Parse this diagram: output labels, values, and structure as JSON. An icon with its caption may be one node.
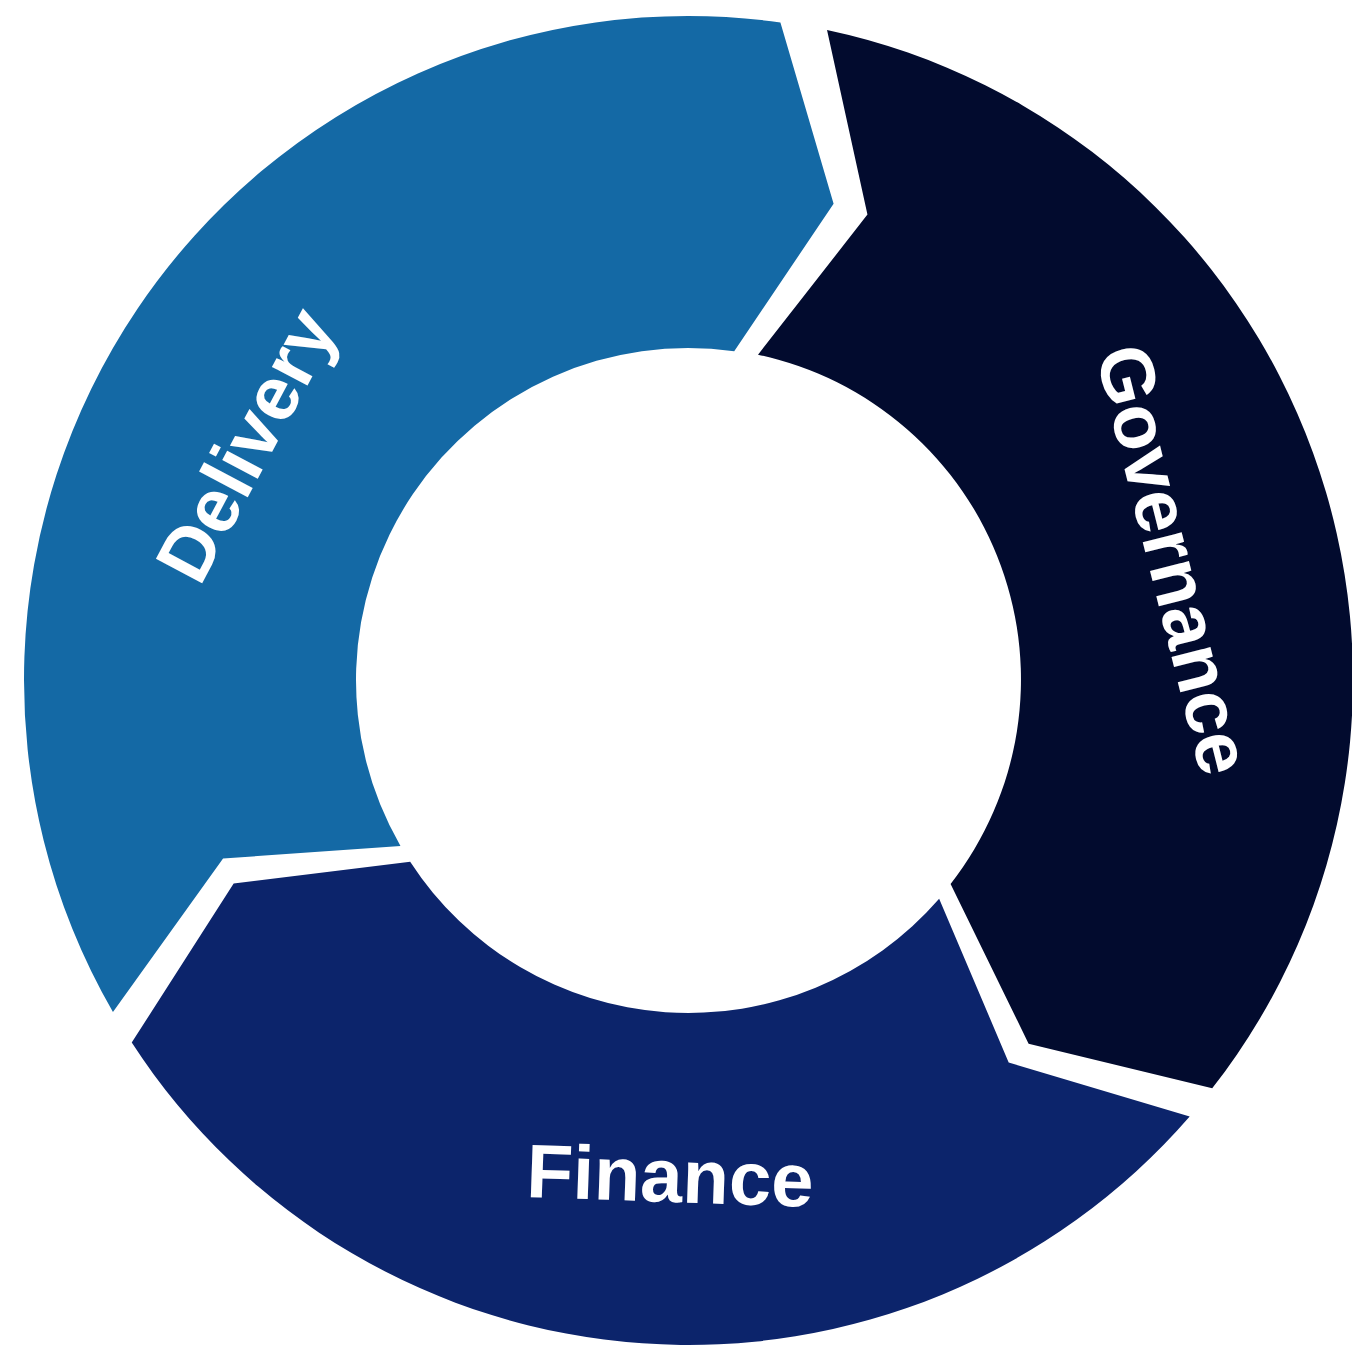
{
  "diagram": {
    "nodes": [
      {
        "text": [
          "Delivery"
        ]
      },
      {
        "text": [
          "Governance"
        ]
      },
      {
        "text": [
          "Finance"
        ]
      }
    ]
  }
}
